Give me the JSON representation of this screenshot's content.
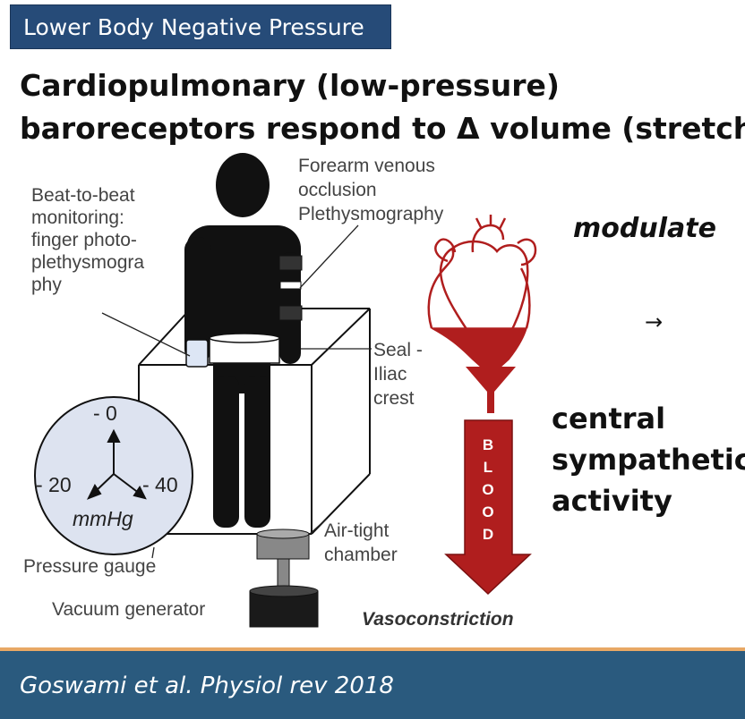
{
  "header": {
    "title": "Lower Body Negative Pressure"
  },
  "title": {
    "line1": "Cardiopulmonary (low-pressure)",
    "line2": "baroreceptors respond to Δ volume (stretch)"
  },
  "labels": {
    "beat_to_beat": [
      "Beat-to-beat",
      "monitoring:",
      "finger photo-",
      "plethysmogra",
      "phy"
    ],
    "forearm": [
      "Forearm venous",
      "occlusion",
      "Plethysmography"
    ],
    "seal": [
      "Seal -",
      "Iliac",
      "crest"
    ],
    "air_tight": [
      "Air-tight",
      "chamber"
    ],
    "pressure_gauge": "Pressure gauge",
    "vacuum_generator": "Vacuum generator",
    "vasoconstriction": "Vasoconstriction"
  },
  "gauge": {
    "top": "- 0",
    "left": "- 20",
    "right": "- 40",
    "unit": "mmHg"
  },
  "blood_letters": [
    "B",
    "L",
    "O",
    "O",
    "D"
  ],
  "right_text": {
    "modulate": "modulate",
    "arrow": "→",
    "line1": "central",
    "line2": "sympathetic",
    "line3": "activity"
  },
  "footer": {
    "citation": "Goswami et al. Physiol rev 2018"
  },
  "colors": {
    "header_bg": "#264b78",
    "footer_bg": "#2a5a7e",
    "blood": "#b01e1e",
    "gauge_fill": "#dde3f0"
  }
}
